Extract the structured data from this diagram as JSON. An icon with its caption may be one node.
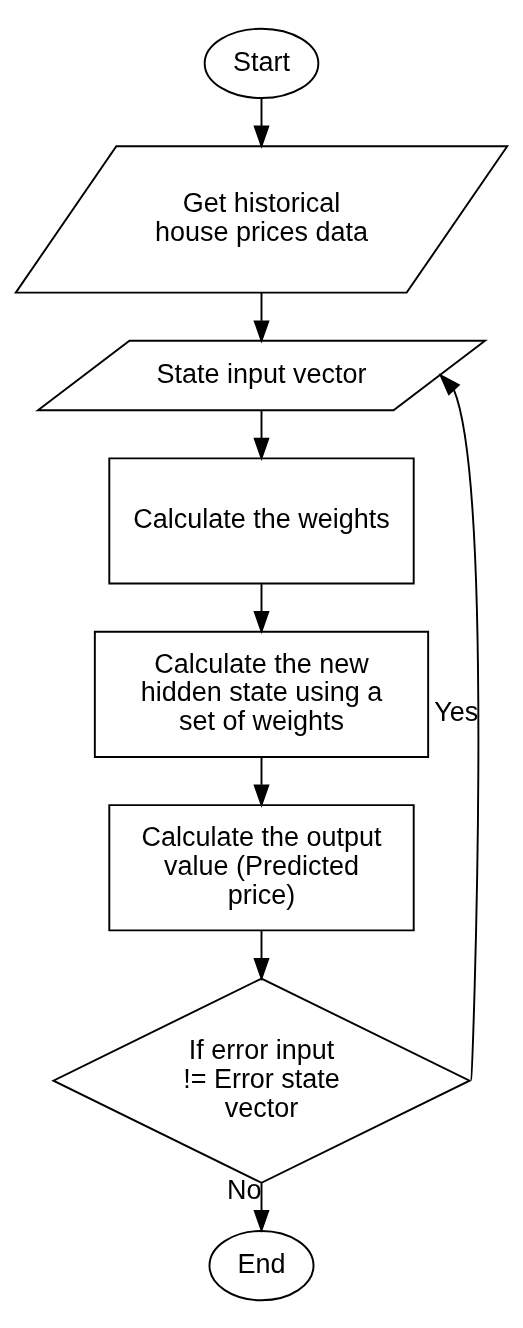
{
  "diagram": {
    "nodes": [
      {
        "text": [
          "Start"
        ]
      },
      {
        "text": [
          "Get historical house prices data"
        ]
      },
      {
        "text": [
          "State input vector"
        ]
      },
      {
        "text": [
          "Calculate the weights"
        ]
      },
      {
        "text": [
          "Calculate the new hidden state using a set of weights"
        ]
      },
      {
        "text": [
          "Calculate the output value (Predicted price)"
        ]
      },
      {
        "text": [
          "If error input != Error state vector"
        ]
      },
      {
        "text": [
          "End"
        ]
      }
    ],
    "edges": [
      {
        "from": 0,
        "to": 1,
        "arrow": "to"
      },
      {
        "from": 1,
        "to": 2,
        "arrow": "to"
      },
      {
        "from": 2,
        "to": 3,
        "arrow": "to"
      },
      {
        "from": 3,
        "to": 4,
        "arrow": "to"
      },
      {
        "from": 4,
        "to": 5,
        "arrow": "to"
      },
      {
        "from": 5,
        "to": 6,
        "arrow": "to"
      },
      {
        "from": 6,
        "to": 7,
        "label": "No",
        "arrow": "to"
      },
      {
        "from": 6,
        "to": 2,
        "label": "Yes",
        "arrow": "to"
      }
    ]
  }
}
